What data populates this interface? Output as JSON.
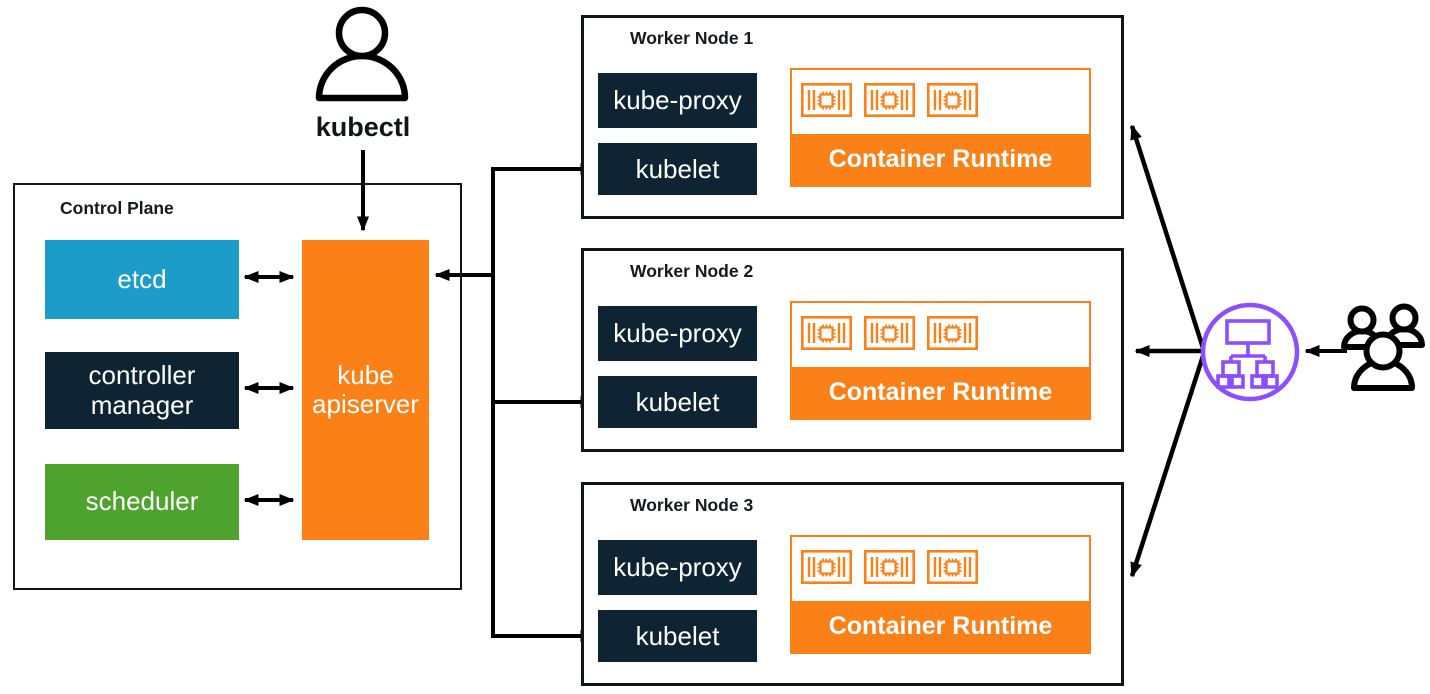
{
  "kubectl": {
    "label": "kubectl",
    "icon": "person-icon"
  },
  "control_plane": {
    "title": "Control Plane",
    "etcd": "etcd",
    "controller_manager": "controller manager",
    "scheduler": "scheduler",
    "apiserver": "kube apiserver"
  },
  "worker_nodes": [
    {
      "title": "Worker Node 1",
      "kube_proxy": "kube-proxy",
      "kubelet": "kubelet",
      "container_runtime": "Container Runtime",
      "container_icon_count": 3
    },
    {
      "title": "Worker Node 2",
      "kube_proxy": "kube-proxy",
      "kubelet": "kubelet",
      "container_runtime": "Container Runtime",
      "container_icon_count": 3
    },
    {
      "title": "Worker Node 3",
      "kube_proxy": "kube-proxy",
      "kubelet": "kubelet",
      "container_runtime": "Container Runtime",
      "container_icon_count": 3
    }
  ],
  "icons": {
    "load_balancer": "load-balancer-icon",
    "users": "users-icon",
    "container": "container-icon"
  },
  "colors": {
    "orange": "#FB8018",
    "navy": "#0E2433",
    "blue": "#1B9CC9",
    "green": "#4EA32F",
    "purple": "#8C4FFF",
    "line": "#000000"
  }
}
